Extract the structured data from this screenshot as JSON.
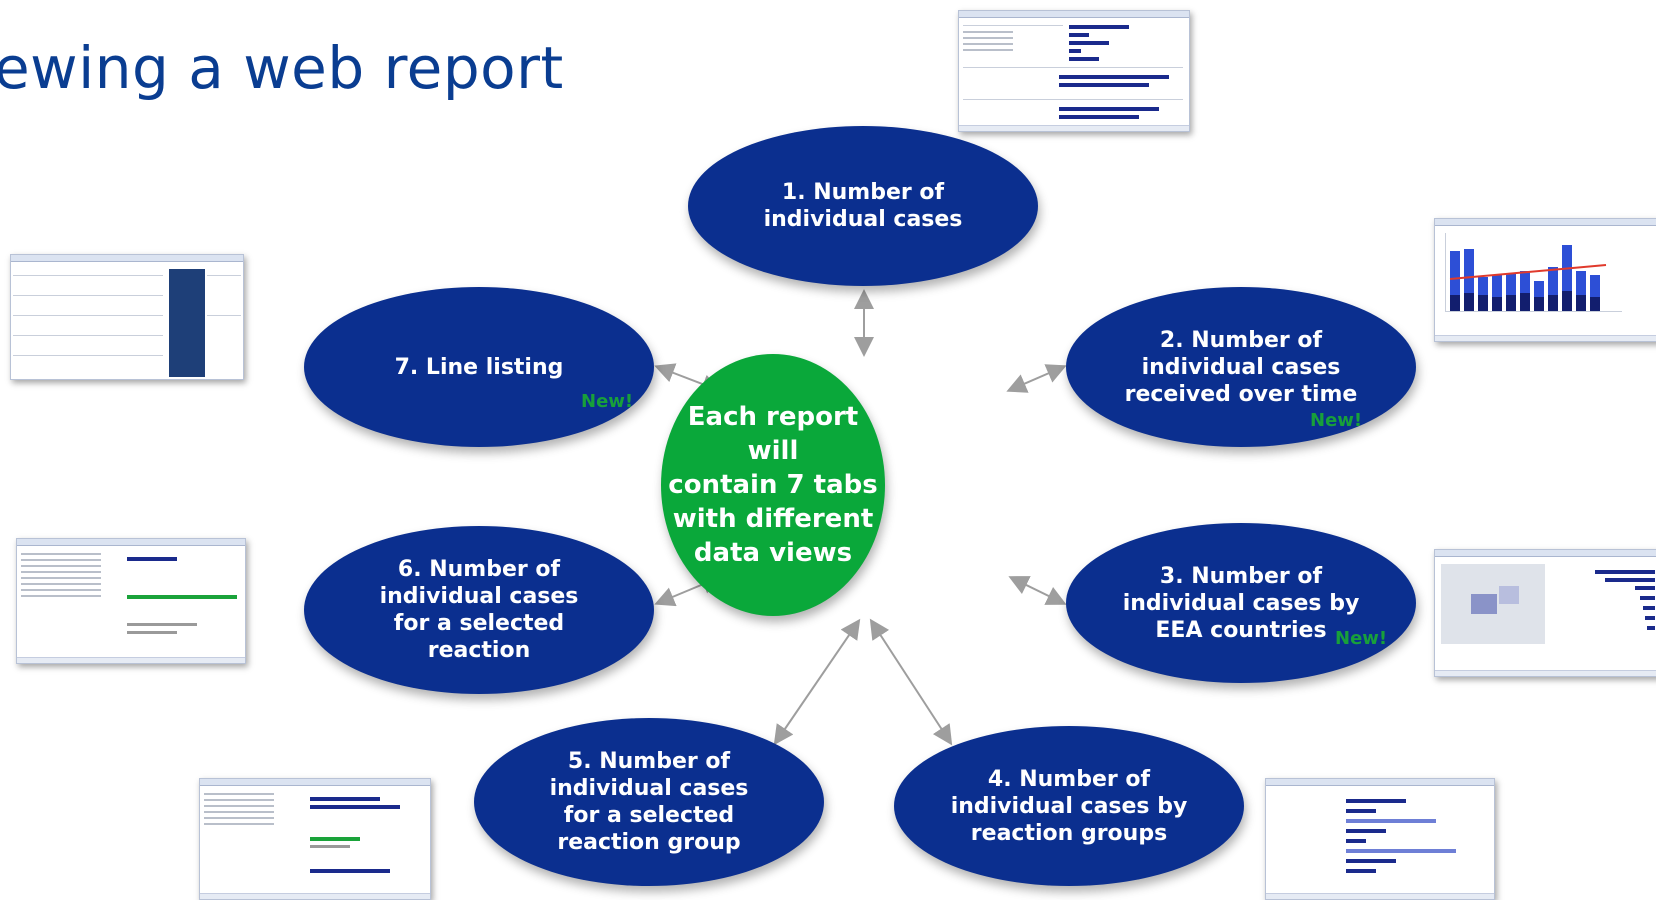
{
  "slide": {
    "title": "ewing a web report"
  },
  "center": {
    "label": "Each report will\ncontain 7 tabs\nwith different\ndata views"
  },
  "tabs": [
    {
      "label": "1. Number of\nindividual cases",
      "new": ""
    },
    {
      "label": "2. Number of\nindividual cases\nreceived over time",
      "new": "New!"
    },
    {
      "label": "3. Number of\nindividual cases by\nEEA countries",
      "new": "New!"
    },
    {
      "label": "4. Number of\nindividual cases by\nreaction groups",
      "new": ""
    },
    {
      "label": "5. Number of\nindividual cases\nfor a selected\nreaction group",
      "new": ""
    },
    {
      "label": "6. Number of\nindividual cases\nfor a selected\nreaction",
      "new": ""
    },
    {
      "label": "7. Line listing",
      "new": "New!"
    }
  ],
  "colors": {
    "tab_fill": "#0b2f8f",
    "center_fill": "#0aa83a",
    "new_text": "#18a03a",
    "title_text": "#0a3d91",
    "arrow": "#9e9e9e"
  }
}
